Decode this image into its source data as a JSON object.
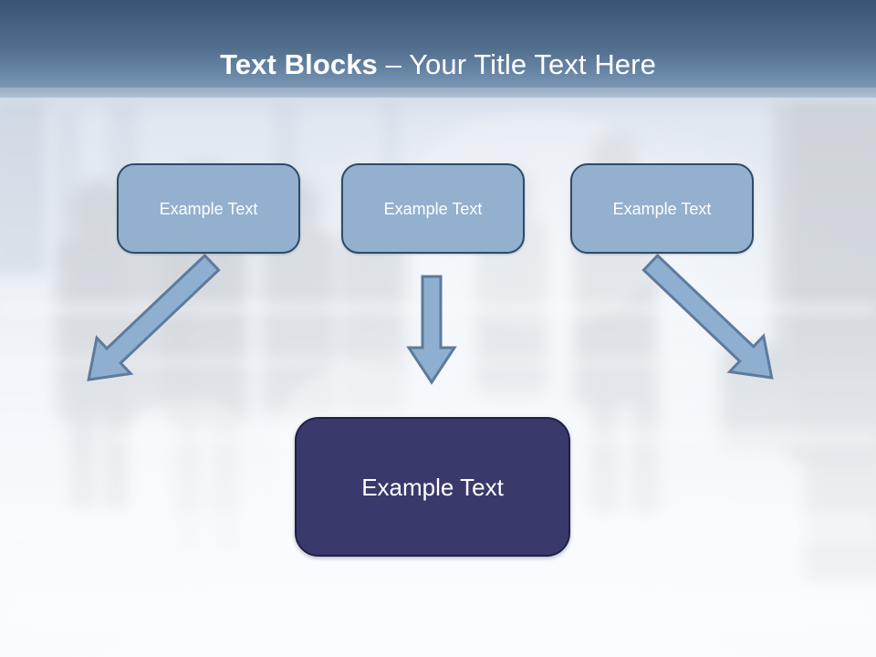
{
  "slide": {
    "title_bold": "Text Blocks ",
    "title_sep": "– ",
    "title_light": "Your Title Text Here",
    "title_full": "Text Blocks – Your Title Text Here"
  },
  "theme": {
    "header_top_color": "#3a5474",
    "header_bottom_color": "#9eb2c8",
    "box_fill": "#93b0ce",
    "box_border": "#2e4a6b",
    "box_text_color": "#ffffff",
    "result_fill": "#393a6b",
    "result_border": "#1e2046",
    "arrow_fill": "#8eafd0",
    "arrow_stroke": "#5e7a9c",
    "background_tint": "#eef2f7"
  },
  "diagram": {
    "top_boxes": [
      {
        "label": "Example Text"
      },
      {
        "label": "Example Text"
      },
      {
        "label": "Example Text"
      }
    ],
    "arrows": [
      {
        "name": "arrow-left-diagonal",
        "direction": "down-right"
      },
      {
        "name": "arrow-middle-vertical",
        "direction": "down"
      },
      {
        "name": "arrow-right-diagonal",
        "direction": "down-left"
      }
    ],
    "result_box": {
      "label": "Example Text"
    }
  },
  "background": {
    "description": "blurred crowd of commuters"
  }
}
